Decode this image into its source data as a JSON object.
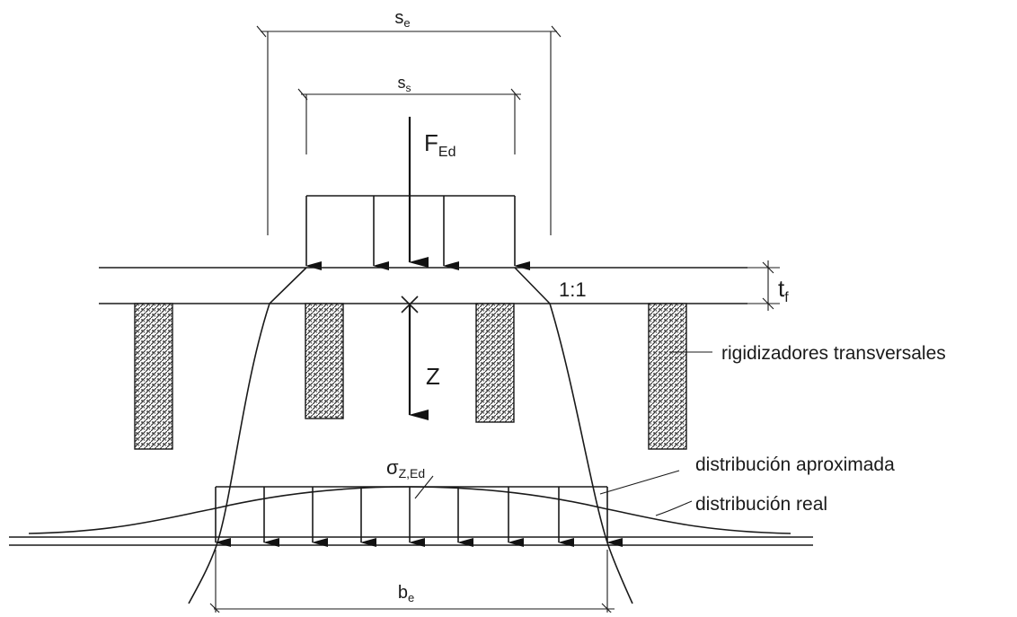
{
  "labels": {
    "s_e": "s",
    "s_e_sub": "e",
    "s_s": "s",
    "s_s_sub": "s",
    "force": "F",
    "force_sub": "Ed",
    "slope": "1:1",
    "t_f": "t",
    "t_f_sub": "f",
    "stiffeners": "rigidizadores transversales",
    "z_axis": "Z",
    "sigma": "σ",
    "sigma_sub": "Z,Ed",
    "approx_distribution": "distribución aproximada",
    "real_distribution": "distribución real",
    "b_e": "b",
    "b_e_sub": "e"
  },
  "colors": {
    "ink": "#1a1a1a",
    "hatch": "#2a2a2a"
  }
}
